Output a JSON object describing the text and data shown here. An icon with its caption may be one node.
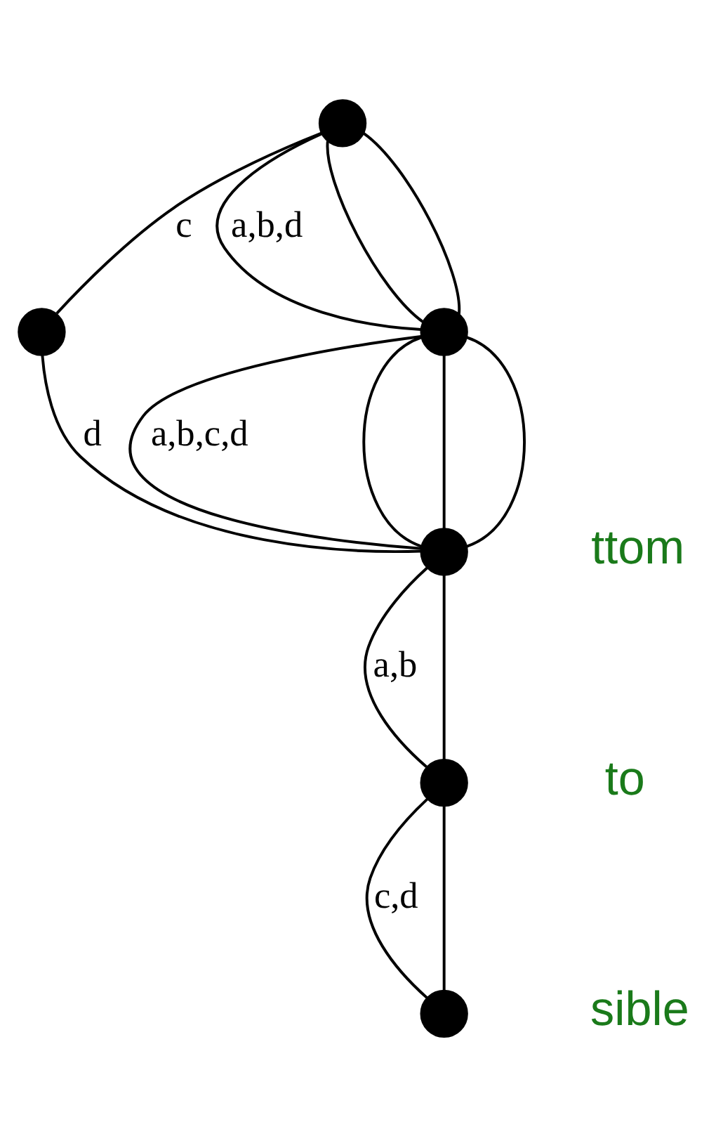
{
  "diagram": {
    "nodes": [
      {
        "text": [],
        "shape": "circle"
      },
      {
        "text": [],
        "shape": "circle"
      },
      {
        "text": [],
        "shape": "circle"
      },
      {
        "text": [],
        "shape": "circle"
      },
      {
        "text": [],
        "shape": "circle"
      },
      {
        "text": [],
        "shape": "circle"
      }
    ],
    "edges": [
      {
        "from": 1,
        "to": 0,
        "arrow": "none",
        "label": "a,b,d"
      },
      {
        "from": 1,
        "to": 0,
        "arrow": "none"
      },
      {
        "from": 1,
        "to": 0,
        "arrow": "none"
      },
      {
        "from": 0,
        "to": 2,
        "arrow": "none",
        "label": "c"
      },
      {
        "from": 1,
        "to": 3,
        "arrow": "none",
        "label": "a,b,c,d"
      },
      {
        "from": 1,
        "to": 3,
        "arrow": "none"
      },
      {
        "from": 1,
        "to": 3,
        "arrow": "none"
      },
      {
        "from": 1,
        "to": 3,
        "arrow": "none"
      },
      {
        "from": 2,
        "to": 3,
        "arrow": "none",
        "label": "d"
      },
      {
        "from": 3,
        "to": 4,
        "arrow": "none",
        "label": "a,b"
      },
      {
        "from": 3,
        "to": 4,
        "arrow": "none"
      },
      {
        "from": 4,
        "to": 5,
        "arrow": "none",
        "label": "c,d"
      },
      {
        "from": 4,
        "to": 5,
        "arrow": "none"
      }
    ],
    "labels": [
      "ttom",
      "to",
      "sible"
    ]
  }
}
